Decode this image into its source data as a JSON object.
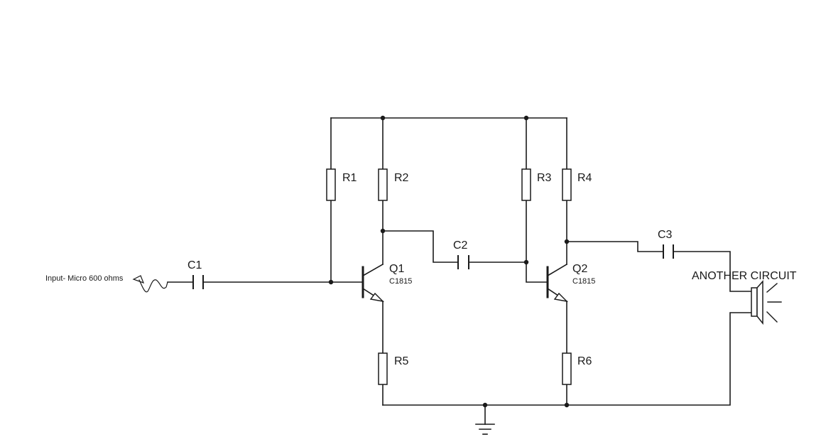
{
  "input": {
    "label": "Input- Micro 600 ohms"
  },
  "output": {
    "label": "ANOTHER CIRCUIT"
  },
  "resistors": {
    "r1": "R1",
    "r2": "R2",
    "r3": "R3",
    "r4": "R4",
    "r5": "R5",
    "r6": "R6"
  },
  "capacitors": {
    "c1": "C1",
    "c2": "C2",
    "c3": "C3"
  },
  "transistors": {
    "q1": {
      "name": "Q1",
      "part": "C1815"
    },
    "q2": {
      "name": "Q2",
      "part": "C1815"
    }
  },
  "icons": [
    "ac-source-icon",
    "speaker-icon",
    "ground-icon"
  ]
}
